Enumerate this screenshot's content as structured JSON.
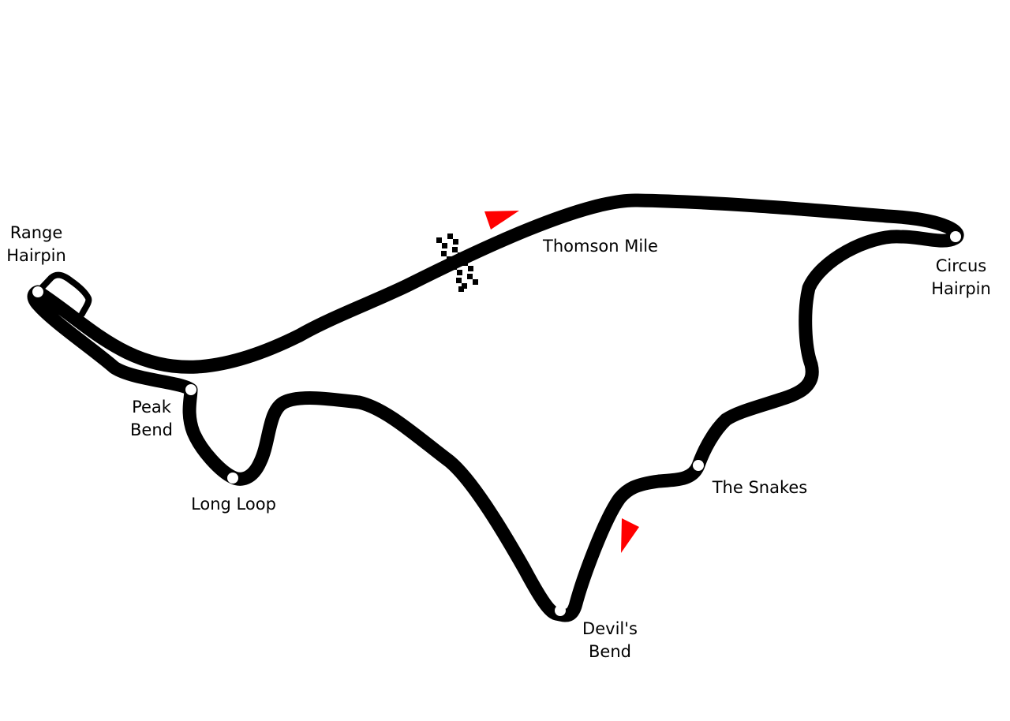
{
  "colors": {
    "track": "#000000",
    "background": "#ffffff",
    "direction_arrow": "#ff0000",
    "corner_marker": "#ffffff"
  },
  "legend_items": {
    "start_finish": "chequered-flag-line",
    "direction": "red-triangle-arrow"
  },
  "corners": {
    "range_hairpin": {
      "line1": "Range",
      "line2": "Hairpin"
    },
    "peak_bend": {
      "line1": "Peak",
      "line2": "Bend"
    },
    "long_loop": {
      "line1": "Long Loop"
    },
    "devils_bend": {
      "line1": "Devil's",
      "line2": "Bend"
    },
    "the_snakes": {
      "line1": "The Snakes"
    },
    "circus_hairpin": {
      "line1": "Circus",
      "line2": "Hairpin"
    },
    "thomson_mile": {
      "line1": "Thomson Mile"
    }
  }
}
